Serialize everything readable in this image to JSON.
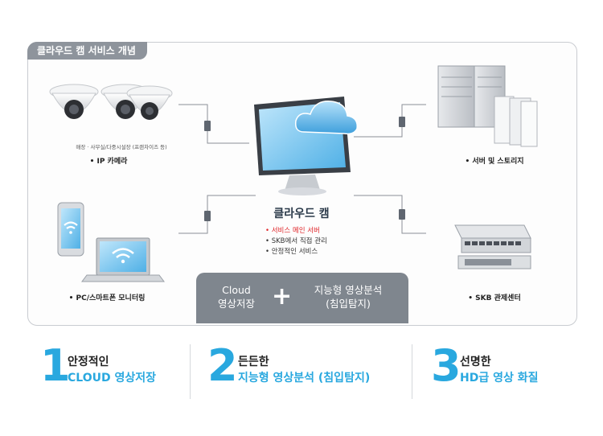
{
  "panel_title": "클라우드 캠 서비스 개념",
  "nodes": {
    "ip_camera": {
      "label": "• IP 카메라",
      "sublabel": "매장 · 사무실/다중시설장 (프랜차이즈 등)"
    },
    "pc_smartphone": {
      "label": "• PC/스마트폰 모니터링"
    },
    "server_storage": {
      "label": "• 서버 및 스토리지"
    },
    "skb_center": {
      "label": "• SKB 관제센터"
    }
  },
  "center": {
    "title": "클라우드 캠",
    "features": [
      "• 서비스 메인 서버",
      "• SKB에서 직접 관리",
      "• 안정적인 서비스"
    ]
  },
  "bottom_bar": {
    "left_line1": "Cloud",
    "left_line2": "영상저장",
    "plus": "+",
    "right_line1": "지능형 영상분석",
    "right_line2": "(침입탐지)"
  },
  "features": [
    {
      "num": "1",
      "line1": "안정적인",
      "line2": "CLOUD 영상저장"
    },
    {
      "num": "2",
      "line1": "든든한",
      "line2": "지능형 영상분석 (침입탐지)"
    },
    {
      "num": "3",
      "line1": "선명한",
      "line2": "HD급 영상 화질"
    }
  ],
  "colors": {
    "accent_blue": "#29a8df",
    "panel_gray": "#8e949c",
    "bar_gray": "#7f868e",
    "red": "#e0262a"
  },
  "icons": [
    "dome-camera-icon",
    "monitor-icon",
    "cloud-icon",
    "server-icon",
    "smartphone-icon",
    "laptop-icon",
    "network-switch-icon",
    "wifi-icon"
  ]
}
